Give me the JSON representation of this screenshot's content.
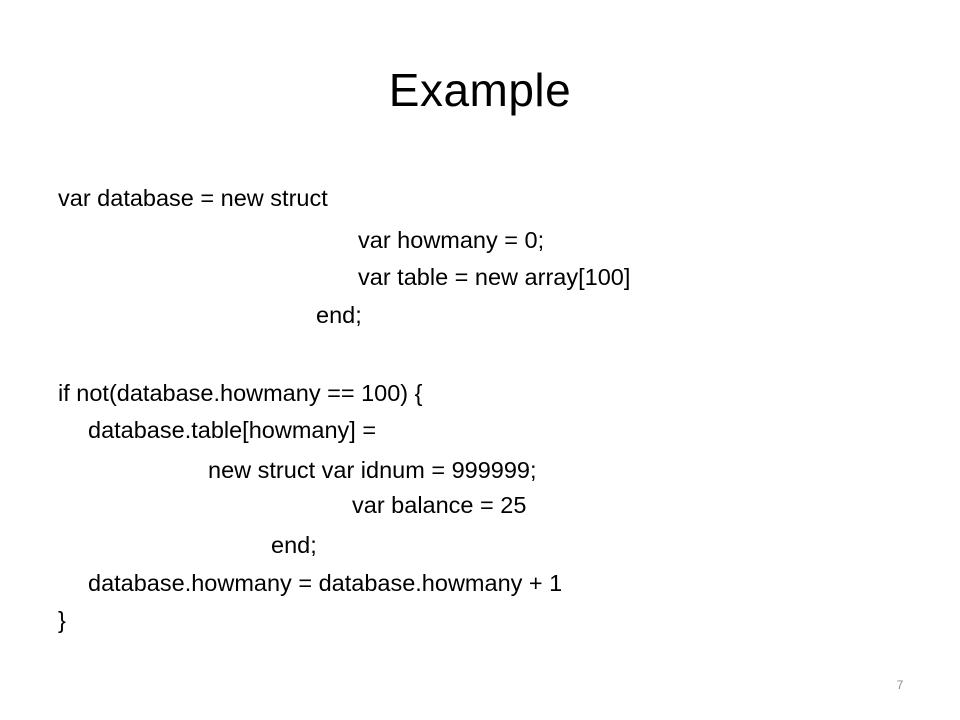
{
  "slide": {
    "title": "Example",
    "code_lines": [
      "var database = new struct",
      "var howmany = 0;",
      "var table = new array[100]",
      "end;",
      "if not(database.howmany == 100) {",
      "database.table[howmany] =",
      "new struct var idnum = 999999;",
      "var balance = 25",
      "end;",
      "database.howmany = database.howmany + 1",
      "}"
    ],
    "page_number": "7"
  }
}
